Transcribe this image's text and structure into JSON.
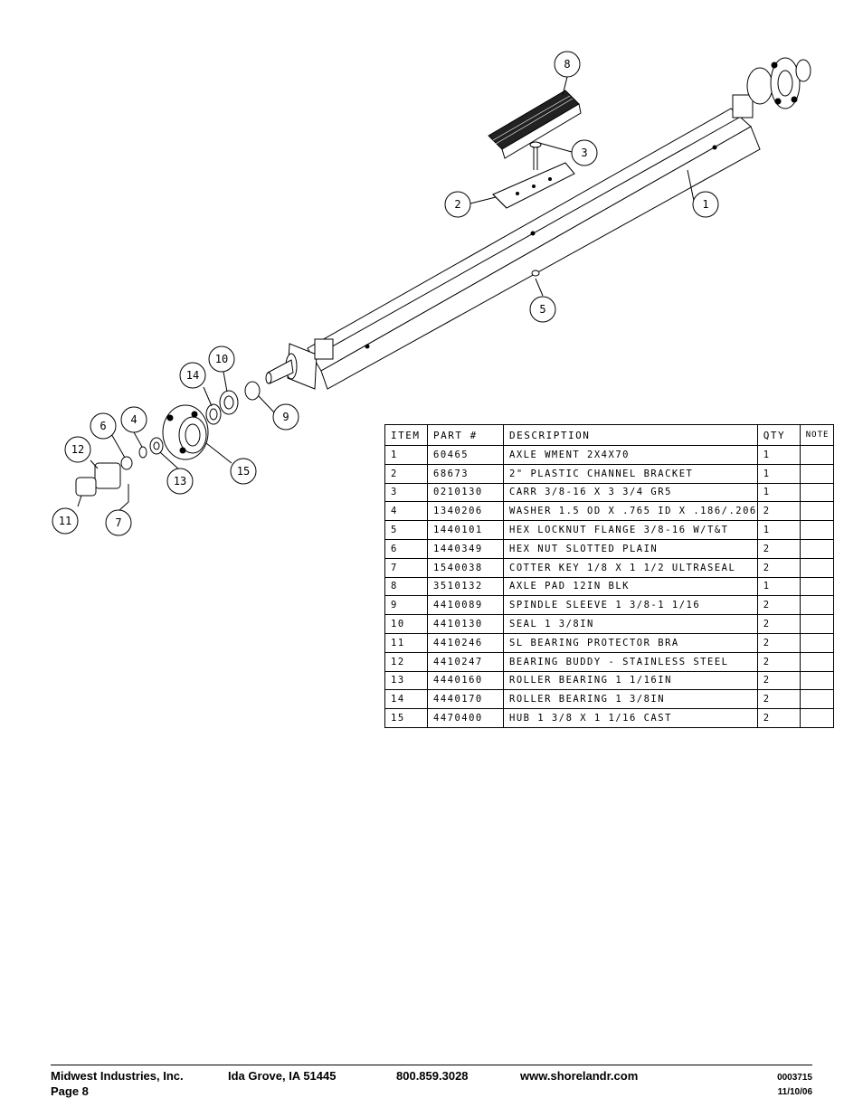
{
  "diagram": {
    "balloons": [
      "1",
      "2",
      "3",
      "4",
      "5",
      "6",
      "7",
      "8",
      "9",
      "10",
      "11",
      "12",
      "13",
      "14",
      "15"
    ]
  },
  "table": {
    "headers": {
      "item": "ITEM",
      "part": "PART #",
      "description": "DESCRIPTION",
      "qty": "QTY",
      "note": "NOTE"
    },
    "rows": [
      {
        "item": "1",
        "part": "60465",
        "description": "AXLE WMENT   2X4X70",
        "qty": "1",
        "note": ""
      },
      {
        "item": "2",
        "part": "68673",
        "description": "2\" PLASTIC CHANNEL BRACKET",
        "qty": "1",
        "note": ""
      },
      {
        "item": "3",
        "part": "0210130",
        "description": "CARR 3/8-16 X 3 3/4 GR5",
        "qty": "1",
        "note": ""
      },
      {
        "item": "4",
        "part": "1340206",
        "description": "WASHER 1.5 OD X .765 ID X .186/.206",
        "qty": "2",
        "note": ""
      },
      {
        "item": "5",
        "part": "1440101",
        "description": "HEX LOCKNUT FLANGE 3/8-16 W/T&T",
        "qty": "1",
        "note": ""
      },
      {
        "item": "6",
        "part": "1440349",
        "description": "HEX NUT SLOTTED PLAIN",
        "qty": "2",
        "note": ""
      },
      {
        "item": "7",
        "part": "1540038",
        "description": "COTTER KEY 1/8 X 1 1/2 ULTRASEAL",
        "qty": "2",
        "note": ""
      },
      {
        "item": "8",
        "part": "3510132",
        "description": "AXLE PAD 12IN  BLK",
        "qty": "1",
        "note": ""
      },
      {
        "item": "9",
        "part": "4410089",
        "description": "SPINDLE SLEEVE  1 3/8-1 1/16",
        "qty": "2",
        "note": ""
      },
      {
        "item": "10",
        "part": "4410130",
        "description": "SEAL  1 3/8IN",
        "qty": "2",
        "note": ""
      },
      {
        "item": "11",
        "part": "4410246",
        "description": "SL BEARING PROTECTOR BRA",
        "qty": "2",
        "note": ""
      },
      {
        "item": "12",
        "part": "4410247",
        "description": "BEARING BUDDY - STAINLESS STEEL",
        "qty": "2",
        "note": ""
      },
      {
        "item": "13",
        "part": "4440160",
        "description": "ROLLER BEARING   1 1/16IN",
        "qty": "2",
        "note": ""
      },
      {
        "item": "14",
        "part": "4440170",
        "description": "ROLLER BEARING   1 3/8IN",
        "qty": "2",
        "note": ""
      },
      {
        "item": "15",
        "part": "4470400",
        "description": "HUB   1 3/8 X 1 1/16 CAST",
        "qty": "2",
        "note": ""
      }
    ]
  },
  "footer": {
    "company": "Midwest Industries, Inc.",
    "page": "Page 8",
    "location": "Ida Grove, IA  51445",
    "phone": "800.859.3028",
    "website": "www.shorelandr.com",
    "doc_number": "0003715",
    "date": "11/10/06"
  }
}
